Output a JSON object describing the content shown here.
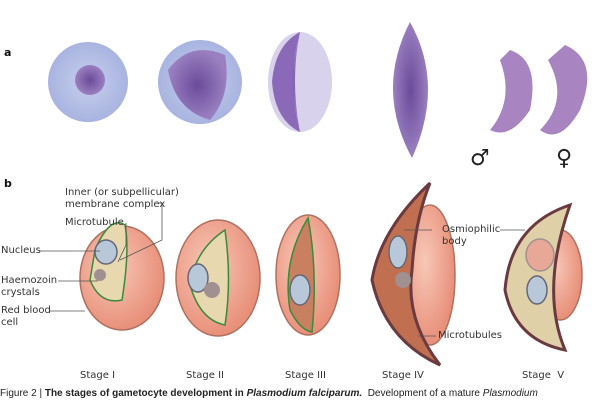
{
  "panel_a": {
    "label": "a",
    "male_symbol": "♂",
    "female_symbol": "♀"
  },
  "panel_b": {
    "label": "b",
    "annotations": {
      "inner_membrane": "Inner (or subpellicular)\nmembrane complex",
      "microtubule": "Microtubule",
      "nucleus": "Nucleus",
      "haemozoin": "Haemozoin\ncrystals",
      "rbc": "Red blood\ncell",
      "osmiophilic": "Osmiophilic\nbody",
      "microtubules": "Microtubules"
    },
    "stages": [
      "Stage I",
      "Stage II",
      "Stage III",
      "Stage IV",
      "Stage  V"
    ]
  },
  "caption": {
    "prefix": "Figure 2 | ",
    "title": "The stages of gametocyte development in ",
    "title_italic": "Plasmodium falciparum.",
    "body": "  Development of a mature ",
    "body_italic": "Plasmodium"
  },
  "colors": {
    "rbc": "#f0a890",
    "parasite": "#e8d8b0",
    "nucleus": "#b8c8d8",
    "membrane": "#3a8a3a",
    "stain": "#7a5aa8"
  }
}
